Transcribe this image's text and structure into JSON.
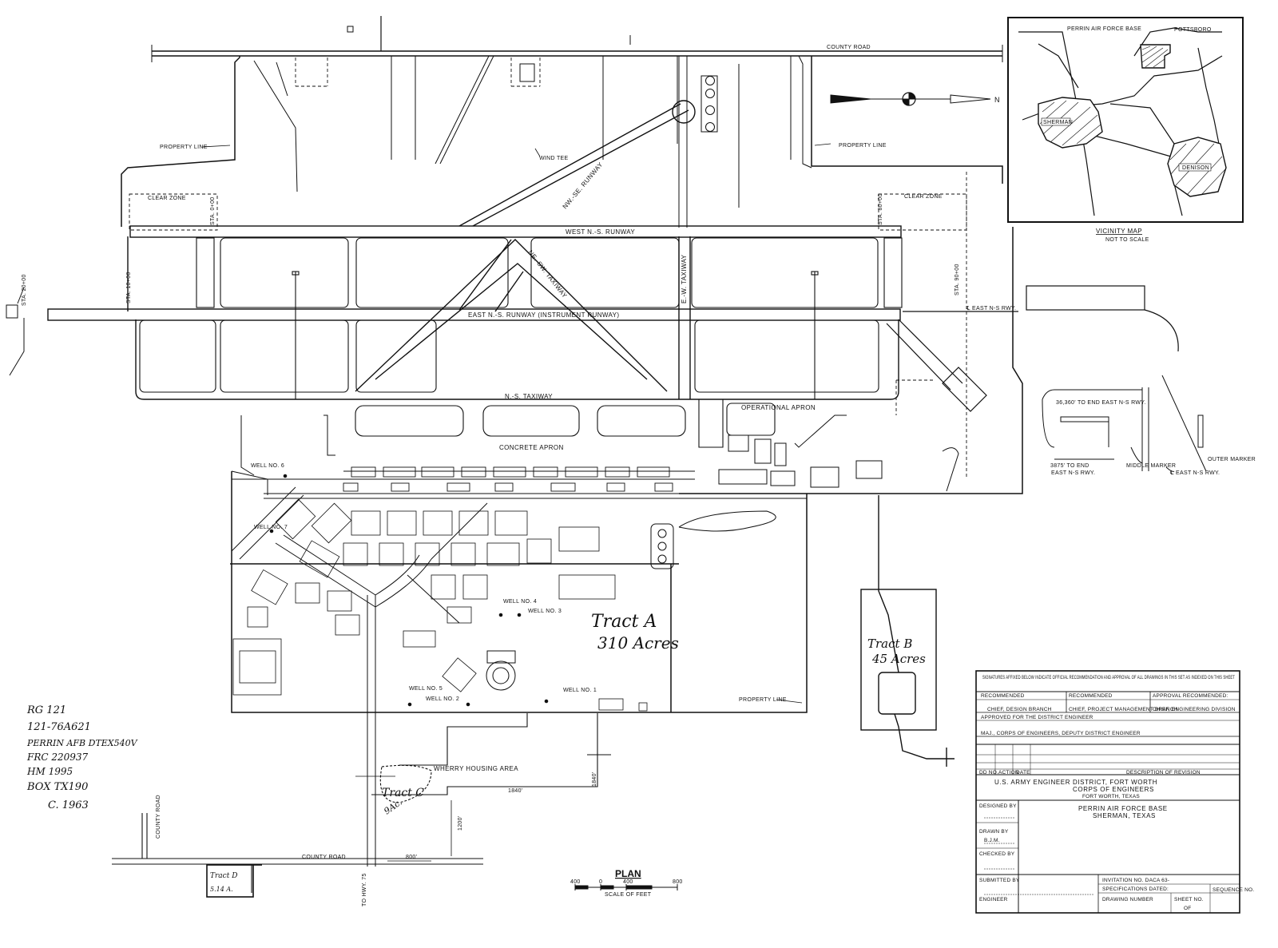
{
  "vicinity_map": {
    "title": "VICINITY MAP",
    "note": "NOT TO SCALE",
    "places": {
      "base": "PERRIN AIR FORCE BASE",
      "sherman": "SHERMAN",
      "denison": "DENISON",
      "pottsboro": "POTTSBORO"
    }
  },
  "runways": {
    "west": "WEST N.-S. RUNWAY",
    "east": "EAST N.-S. RUNWAY (INSTRUMENT RUNWAY)",
    "nw_se": "NW.-SE. RUNWAY",
    "ne_sw": "NE.-SW. TAXIWAY",
    "e_w": "E.-W. TAXIWAY",
    "ns_taxi": "N.-S. TAXIWAY"
  },
  "areas": {
    "concrete_apron": "CONCRETE APRON",
    "operational_apron": "OPERATIONAL APRON",
    "wind_tee": "WIND TEE",
    "wherry": "WHERRY HOUSING AREA",
    "property_line": "PROPERTY LINE",
    "clear_zone": "CLEAR ZONE",
    "county_road": "COUNTY ROAD",
    "to_hwy": "TO HWY. 75"
  },
  "stations": [
    "STA. 20+00",
    "STA. 10+00",
    "STA. 0+00",
    "STA. 80+00",
    "STA. 90+00"
  ],
  "wells": [
    "WELL NO. 1",
    "WELL NO. 2",
    "WELL NO. 3",
    "WELL NO. 4",
    "WELL NO. 5",
    "WELL NO. 6",
    "WELL NO. 7"
  ],
  "tracts": {
    "a_name": "Tract A",
    "a_area": "310 Acres",
    "b_name": "Tract B",
    "b_area": "45 Acres",
    "c_name": "Tract C",
    "c_area": "9Ac.",
    "d_name": "Tract D",
    "d_area": "5.14 A."
  },
  "dims": {
    "d1840a": "1840'",
    "d1840b": "1840'",
    "d1200": "1200'",
    "d800": "800'"
  },
  "marker_detail": {
    "east_label": "℄ EAST N-S RWY.",
    "to_end_far": "36,360' TO END EAST N-S RWY.",
    "to_end_near": "3875' TO END",
    "near_runway": "EAST N-S RWY.",
    "middle": "MIDDLE MARKER",
    "outer": "OUTER MARKER",
    "east_cl": "℄ EAST N-S RWY."
  },
  "plan": {
    "title": "PLAN",
    "scale_label": "SCALE OF FEET",
    "scale_ticks": [
      "400",
      "0",
      "400",
      "800"
    ]
  },
  "archive_notes": [
    "RG 121",
    "121-76A621",
    "PERRIN AFB DTEX540V",
    "FRC 220937",
    "HM 1995",
    "BOX TX190",
    "C. 1963"
  ],
  "title_block": {
    "notice": "SIGNATURES AFFIXED BELOW INDICATE OFFICIAL RECOMMENDATION AND APPROVAL OF ALL DRAWINGS IN THIS SET AS INDEXED ON THIS SHEET",
    "recommended1": "RECOMMENDED",
    "recommended2": "RECOMMENDED",
    "approval_rec": "APPROVAL RECOMMENDED:",
    "chief_design": "CHIEF, DESIGN BRANCH",
    "chief_project": "CHIEF, PROJECT MANAGEMENT BRANCH",
    "chief_eng": "CHIEF, ENGINEERING DIVISION",
    "approved_for": "APPROVED FOR THE DISTRICT ENGINEER",
    "deputy": "MAJ., CORPS OF ENGINEERS, DEPUTY DISTRICT ENGINEER",
    "rev_cols": [
      "DD NO.",
      "ACTION",
      "DATE",
      "DESCRIPTION OF REVISION"
    ],
    "district": "U.S. ARMY ENGINEER DISTRICT, FORT WORTH",
    "corps": "CORPS OF ENGINEERS",
    "city": "FORT WORTH, TEXAS",
    "designed_by": "DESIGNED BY",
    "drawn_by": "DRAWN BY",
    "drawn_initials": "B.J.M.",
    "checked_by": "CHECKED BY",
    "submitted_by": "SUBMITTED BY",
    "engineer": "ENGINEER",
    "project_name": "PERRIN AIR FORCE BASE",
    "project_loc": "SHERMAN, TEXAS",
    "invitation": "INVITATION NO. DACA 63-",
    "specs_dated": "SPECIFICATIONS DATED:",
    "drawing_number": "DRAWING NUMBER",
    "sheet_no": "SHEET NO.",
    "sheet_of": "OF",
    "sequence_no": "SEQUENCE NO."
  }
}
